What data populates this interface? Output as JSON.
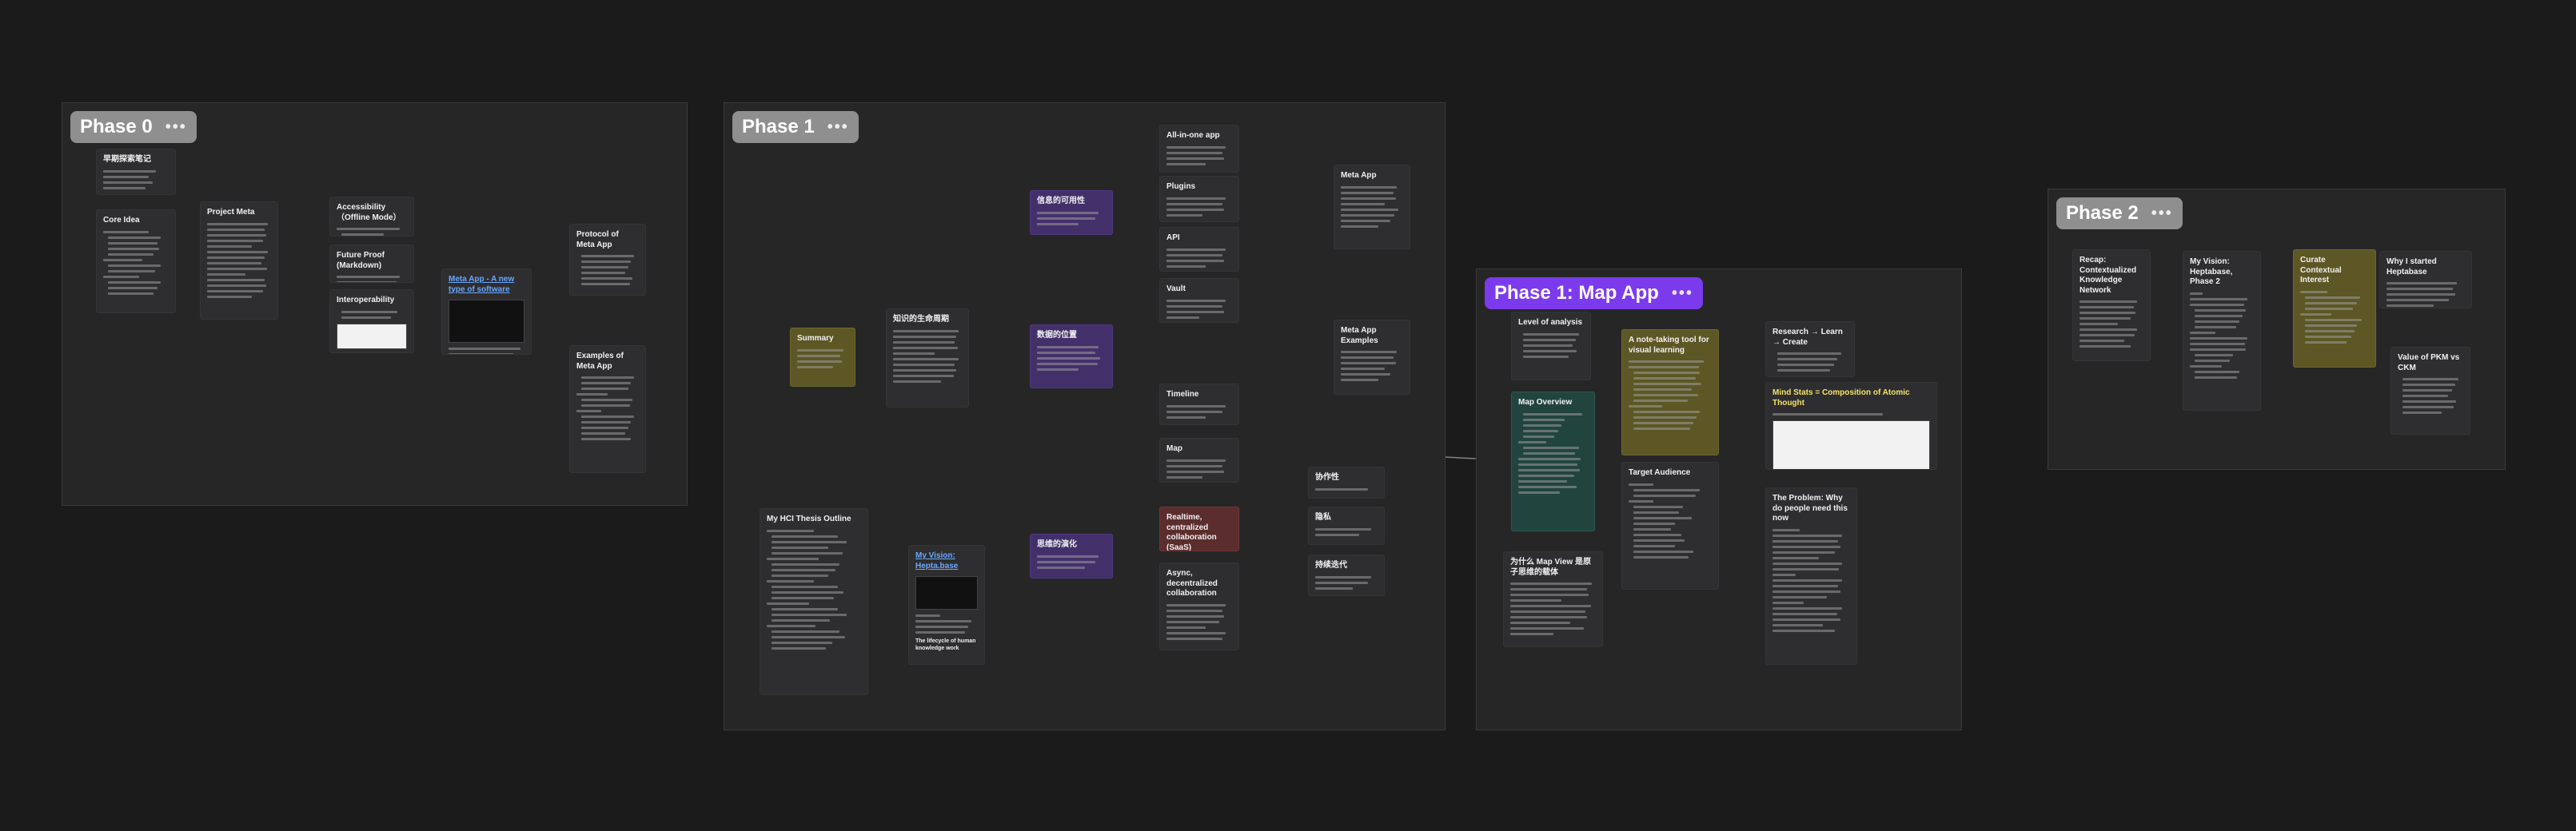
{
  "groups": {
    "phase0": {
      "label": "Phase 0",
      "menu": "•••"
    },
    "phase1": {
      "label": "Phase 1",
      "menu": "•••"
    },
    "phase1map": {
      "label": "Phase 1: Map App",
      "menu": "•••"
    },
    "phase2": {
      "label": "Phase 2",
      "menu": "•••"
    }
  },
  "cards": {
    "p0_notes": {
      "title": "早期探索笔记"
    },
    "p0_coreidea": {
      "title": "Core Idea"
    },
    "p0_projectmeta": {
      "title": "Project Meta"
    },
    "p0_access": {
      "title": "Accessibility（Offline Mode）"
    },
    "p0_future": {
      "title": "Future Proof (Markdown)"
    },
    "p0_interop": {
      "title": "Interoperability"
    },
    "p0_metaapp": {
      "title": "Meta App - A new type of software"
    },
    "p0_protocol": {
      "title": "Protocol of Meta App"
    },
    "p0_examples": {
      "title": "Examples of Meta App"
    },
    "p1_summary": {
      "title": "Summary"
    },
    "p1_intro": {
      "title": "知识的生命周期"
    },
    "p1_hci": {
      "title": "My HCI Thesis Outline"
    },
    "p1_vision": {
      "title": "My Vision: Hepta.base"
    },
    "p1_lifecycle": {
      "title": "The lifecycle of human knowledge work"
    },
    "p1_purple1": {
      "title": "信息的可用性"
    },
    "p1_purple2": {
      "title": "数据的位置"
    },
    "p1_purple3": {
      "title": "思维的演化"
    },
    "p1_allinone": {
      "title": "All-in-one app"
    },
    "p1_plugins": {
      "title": "Plugins"
    },
    "p1_api": {
      "title": "API"
    },
    "p1_vault": {
      "title": "Vault"
    },
    "p1_timeline": {
      "title": "Timeline"
    },
    "p1_map": {
      "title": "Map"
    },
    "p1_realtime": {
      "title": "Realtime, centralized collaboration (SaaS)"
    },
    "p1_async": {
      "title": "Async, decentralized collaboration"
    },
    "p1_metaapp2": {
      "title": "Meta App"
    },
    "p1_metaex2": {
      "title": "Meta App Examples"
    },
    "p1_share1": {
      "title": "协作性"
    },
    "p1_share2": {
      "title": "隐私"
    },
    "p1_share3": {
      "title": "持续迭代"
    },
    "pm_level": {
      "title": "Level of analysis"
    },
    "pm_overview": {
      "title": "Map Overview"
    },
    "pm_note": {
      "title": "A note-taking tool for visual learning"
    },
    "pm_why": {
      "title": "为什么 Map View 是原子思维的载体"
    },
    "pm_target": {
      "title": "Target Audience"
    },
    "pm_research": {
      "title": "Research → Learn → Create"
    },
    "pm_mind": {
      "title": "Mind Stats = Composition of Atomic Thought"
    },
    "pm_problem": {
      "title": "The Problem: Why do people need this now"
    },
    "p2_recap": {
      "title": "Recap: Contextualized Knowledge Network"
    },
    "p2_vision": {
      "title": "My Vision: Heptabase, Phase 2"
    },
    "p2_curate": {
      "title": "Curate Contextual Interest"
    },
    "p2_why": {
      "title": "Why I started Heptabase"
    },
    "p2_pkm": {
      "title": "Value of PKM vs CKM"
    }
  }
}
